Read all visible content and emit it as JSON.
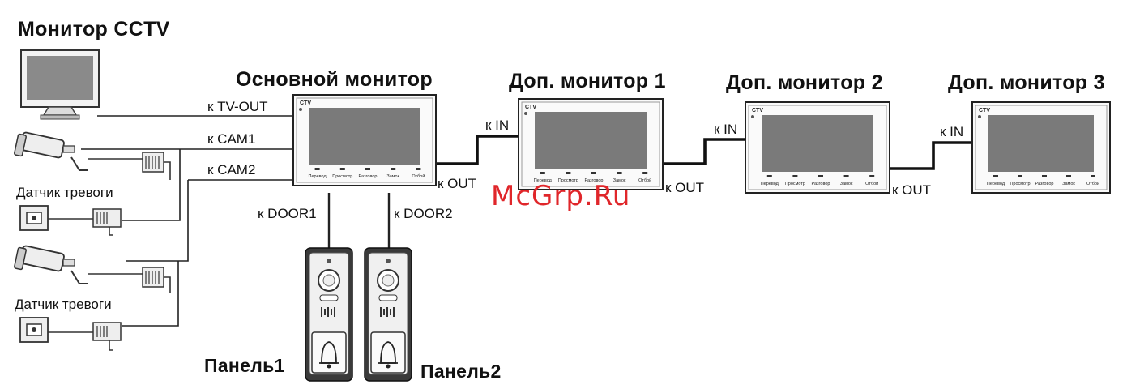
{
  "titles": {
    "cctv": "Монитор CCTV",
    "main": "Основной  монитор",
    "m1": "Доп. монитор 1",
    "m2": "Доп. монитор 2",
    "m3": "Доп. монитор 3"
  },
  "ports": {
    "tv_out": "к TV-OUT",
    "cam1": "к CAM1",
    "cam2": "к CAM2",
    "door1": "к DOOR1",
    "door2": "к DOOR2",
    "in1": "к IN",
    "in2": "к IN",
    "in3": "к IN",
    "out_main": "к OUT",
    "out1": "к OUT",
    "out2": "к OUT"
  },
  "sensors": {
    "s1": "Датчик тревоги",
    "s2": "Датчик тревоги"
  },
  "panels": {
    "p1": "Панель1",
    "p2": "Панель2"
  },
  "monitor_brand": "CTV",
  "monitor_buttons": [
    "Перевод",
    "Просмотр",
    "Разговор",
    "Замок",
    "Отбой"
  ],
  "watermark": "McGrp.Ru"
}
